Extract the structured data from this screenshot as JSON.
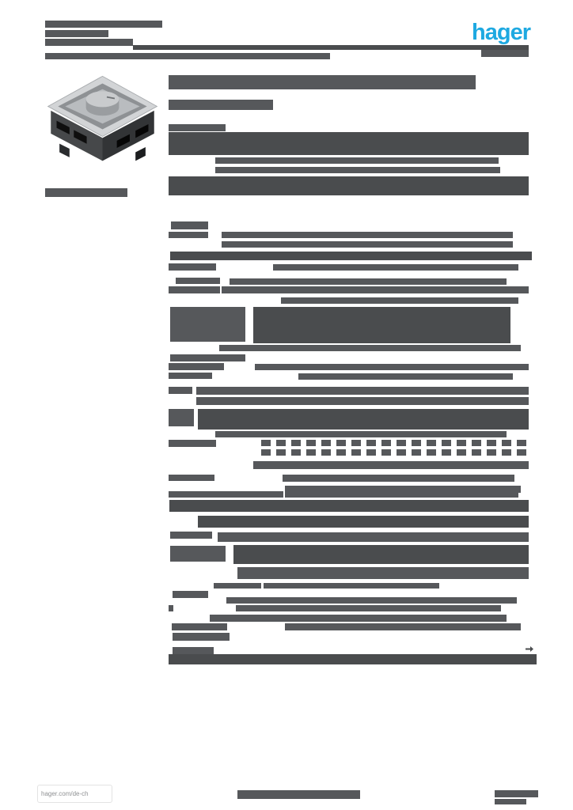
{
  "colors": {
    "bar_mid": "#56585b",
    "bar_dark": "#4a4c4e",
    "logo_blue": "#1ea9e1",
    "page_bg": "#ffffff"
  },
  "header": {
    "logo_text": "hager",
    "address_lines_xywh": [
      [
        57,
        26,
        148,
        9
      ],
      [
        57,
        38,
        80,
        9
      ],
      [
        57,
        49,
        111,
        9
      ]
    ],
    "rule_xywh": [
      168,
      57,
      500,
      6
    ],
    "subline_xywh": [
      57,
      67,
      360,
      8
    ],
    "right_tag_xywh": [
      608,
      63,
      60,
      9
    ]
  },
  "title": {
    "title_bar_xywh": [
      213,
      95,
      388,
      18
    ],
    "subtitle_bar_xywh": [
      213,
      126,
      132,
      13
    ]
  },
  "product": {
    "code_label_bar_xywh": [
      57,
      238,
      104,
      11
    ]
  },
  "redacted_bars_xywh": [
    [
      213,
      157,
      72,
      9,
      "mid"
    ],
    [
      213,
      167,
      455,
      29,
      "dark"
    ],
    [
      272,
      199,
      358,
      8,
      "mid"
    ],
    [
      272,
      211,
      360,
      8,
      "mid"
    ],
    [
      213,
      223,
      455,
      24,
      "dark"
    ],
    [
      216,
      280,
      47,
      10,
      "mid"
    ],
    [
      213,
      293,
      50,
      8,
      "mid"
    ],
    [
      280,
      293,
      368,
      8,
      "mid"
    ],
    [
      280,
      305,
      368,
      8,
      "mid"
    ],
    [
      215,
      318,
      457,
      11,
      "dark"
    ],
    [
      213,
      333,
      60,
      9,
      "mid"
    ],
    [
      345,
      334,
      310,
      8,
      "mid"
    ],
    [
      222,
      351,
      56,
      8,
      "mid"
    ],
    [
      290,
      352,
      350,
      8,
      "mid"
    ],
    [
      213,
      362,
      65,
      9,
      "mid"
    ],
    [
      280,
      362,
      388,
      9,
      "mid"
    ],
    [
      355,
      376,
      300,
      8,
      "mid"
    ],
    [
      215,
      388,
      95,
      44,
      "mid"
    ],
    [
      320,
      388,
      325,
      46,
      "dark"
    ],
    [
      277,
      436,
      381,
      8,
      "mid"
    ],
    [
      215,
      448,
      95,
      9,
      "mid"
    ],
    [
      213,
      459,
      70,
      9,
      "mid"
    ],
    [
      322,
      460,
      346,
      8,
      "mid"
    ],
    [
      213,
      471,
      55,
      8,
      "mid"
    ],
    [
      377,
      472,
      271,
      8,
      "mid"
    ],
    [
      213,
      489,
      30,
      9,
      "mid"
    ],
    [
      248,
      489,
      420,
      10,
      "mid"
    ],
    [
      248,
      502,
      420,
      10,
      "mid"
    ],
    [
      213,
      517,
      32,
      22,
      "mid"
    ],
    [
      250,
      517,
      418,
      26,
      "dark"
    ],
    [
      272,
      545,
      368,
      8,
      "mid"
    ],
    [
      213,
      556,
      60,
      9,
      "mid"
    ],
    [
      330,
      556,
      338,
      8,
      "dotted"
    ],
    [
      330,
      568,
      338,
      8,
      "dotted"
    ],
    [
      320,
      583,
      348,
      10,
      "mid"
    ],
    [
      213,
      600,
      58,
      8,
      "mid"
    ],
    [
      357,
      600,
      293,
      9,
      "mid"
    ],
    [
      360,
      614,
      298,
      9,
      "mid"
    ],
    [
      213,
      621,
      145,
      8,
      "mid"
    ],
    [
      360,
      621,
      295,
      8,
      "mid"
    ],
    [
      214,
      632,
      454,
      15,
      "dark"
    ],
    [
      250,
      652,
      418,
      15,
      "dark"
    ],
    [
      215,
      672,
      53,
      9,
      "mid"
    ],
    [
      275,
      673,
      393,
      12,
      "mid"
    ],
    [
      215,
      690,
      70,
      20,
      "mid"
    ],
    [
      295,
      689,
      373,
      24,
      "dark"
    ],
    [
      300,
      717,
      368,
      15,
      "mid"
    ],
    [
      270,
      737,
      60,
      7,
      "mid"
    ],
    [
      333,
      737,
      222,
      7,
      "mid"
    ],
    [
      218,
      747,
      45,
      9,
      "mid"
    ],
    [
      286,
      755,
      367,
      8,
      "mid"
    ],
    [
      213,
      765,
      6,
      8,
      "mid"
    ],
    [
      298,
      765,
      335,
      8,
      "mid"
    ],
    [
      265,
      777,
      375,
      9,
      "mid"
    ],
    [
      217,
      788,
      70,
      9,
      "mid"
    ],
    [
      360,
      788,
      298,
      9,
      "mid"
    ],
    [
      218,
      800,
      72,
      10,
      "mid"
    ],
    [
      218,
      818,
      52,
      9,
      "mid"
    ],
    [
      213,
      827,
      465,
      13,
      "dark"
    ]
  ],
  "footer": {
    "url_text": "hager.com/de-ch",
    "center_bar_xywh": [
      300,
      999,
      155,
      11
    ],
    "right_bars_xywh": [
      [
        625,
        999,
        55,
        9
      ],
      [
        625,
        1010,
        40,
        7
      ]
    ]
  }
}
